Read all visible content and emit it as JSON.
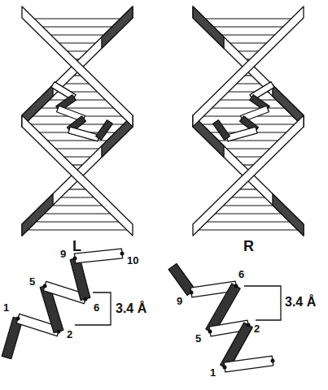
{
  "diagram": {
    "labels": [
      "L",
      "R",
      "9",
      "10",
      "5",
      "6",
      "1",
      "2",
      "3.4 Å",
      "9",
      "6",
      "3.4 Å",
      "5",
      "2",
      "1"
    ]
  }
}
